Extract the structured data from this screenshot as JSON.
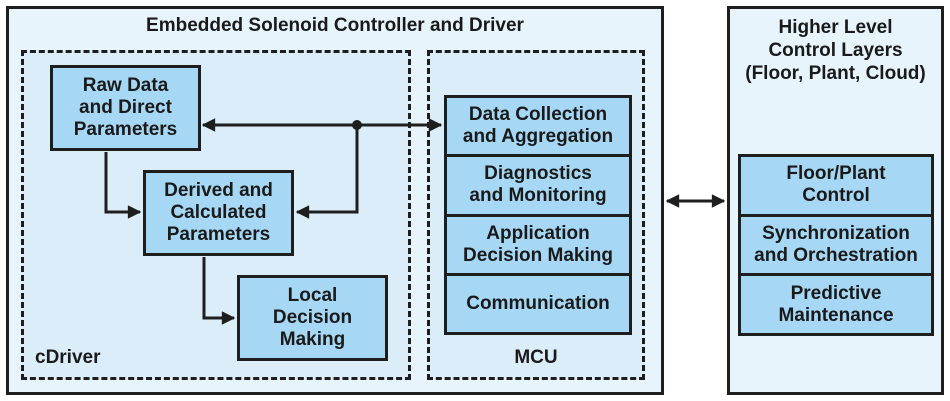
{
  "diagram": {
    "left_panel": {
      "title": "Embedded Solenoid Controller and Driver",
      "cdriver": {
        "label": "cDriver",
        "blocks": {
          "raw": "Raw Data\nand Direct\nParameters",
          "derived": "Derived and\nCalculated\nParameters",
          "local": "Local\nDecision\nMaking"
        }
      },
      "mcu": {
        "label": "MCU",
        "blocks": [
          "Data Collection\nand Aggregation",
          "Diagnostics\nand Monitoring",
          "Application\nDecision Making",
          "Communication"
        ]
      }
    },
    "right_panel": {
      "title": "Higher Level\nControl Layers\n(Floor, Plant, Cloud)",
      "blocks": [
        "Floor/Plant\nControl",
        "Synchronization\nand Orchestration",
        "Predictive\nMaintenance"
      ]
    },
    "colors": {
      "outer_fill": "#e8f4fc",
      "inner_fill": "#dcedfa",
      "block_fill": "#a6d8f5",
      "stroke": "#1e1e1e"
    }
  }
}
